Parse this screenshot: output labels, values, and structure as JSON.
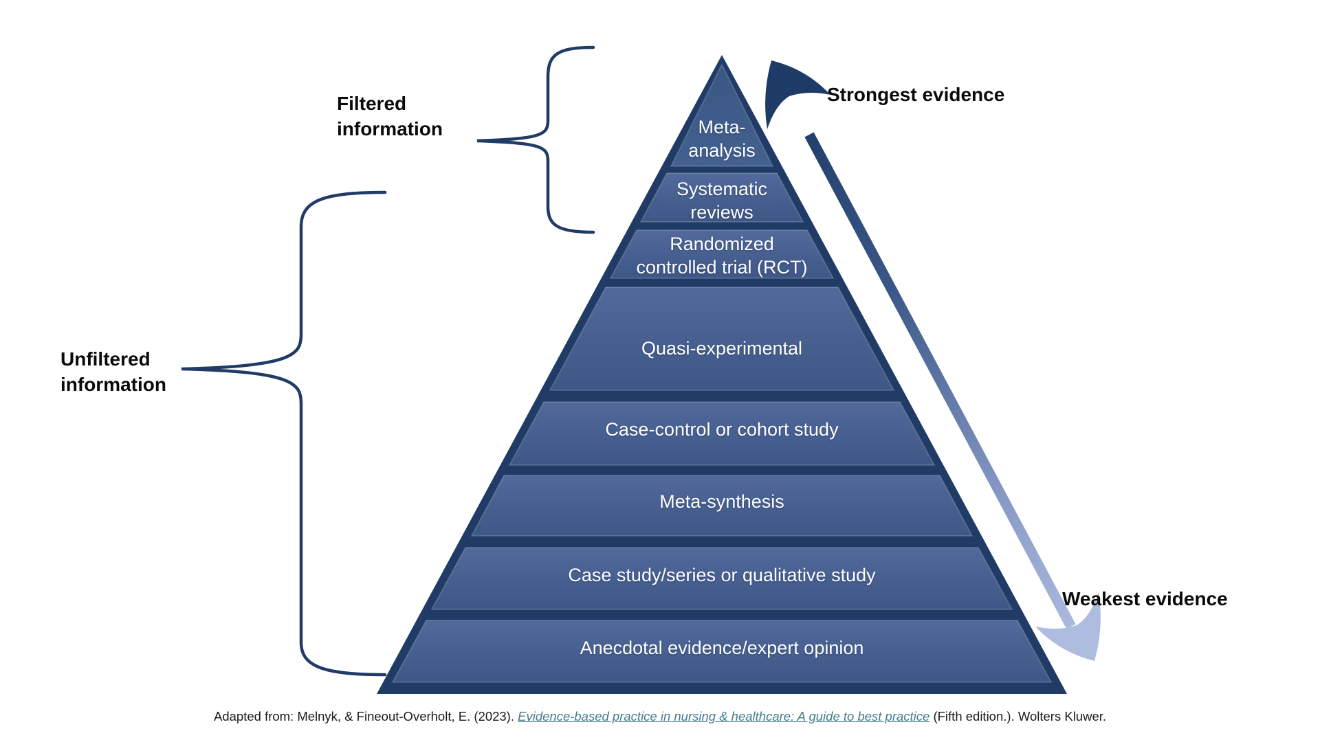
{
  "pyramid": {
    "description": "Hierarchy of evidence pyramid, strongest at top",
    "levels": [
      {
        "label": "Meta-\nanalysis"
      },
      {
        "label": "Systematic\nreviews"
      },
      {
        "label": "Randomized\ncontrolled trial (RCT)"
      },
      {
        "label": "Quasi-experimental"
      },
      {
        "label": "Case-control or cohort study"
      },
      {
        "label": "Meta-synthesis"
      },
      {
        "label": "Case study/series or qualitative study"
      },
      {
        "label": "Anecdotal evidence/expert opinion"
      }
    ]
  },
  "annotations": {
    "filtered": "Filtered\ninformation",
    "unfiltered": "Unfiltered\ninformation",
    "strongest": "Strongest evidence",
    "weakest": "Weakest evidence"
  },
  "citation": {
    "prefix": "Adapted from: Melnyk, & Fineout-Overholt, E. (2023). ",
    "link_text": "Evidence-based practice in nursing & healthcare: A guide to best practice",
    "suffix": " (Fifth edition.). Wolters Kluwer."
  },
  "colors": {
    "navy": "#1f3b66",
    "band_top": "#50689a",
    "band_bottom": "#3d5786",
    "arrow_light": "#aebddf",
    "link_teal": "#447b8f",
    "label_black": "#0a0a0a"
  }
}
